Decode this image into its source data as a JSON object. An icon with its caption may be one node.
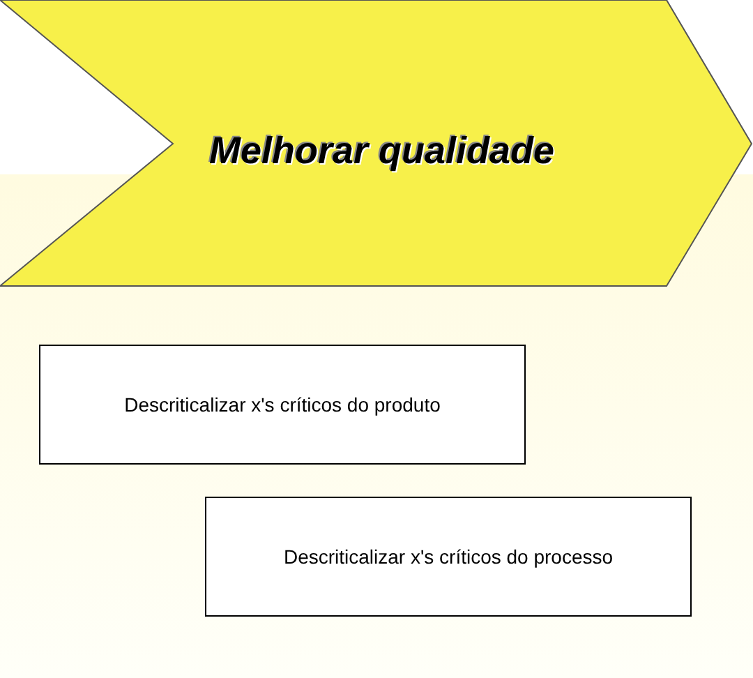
{
  "diagram": {
    "nodes": [
      {
        "text": [
          "Melhorar qualidade"
        ]
      },
      {
        "text": [
          "Descriticalizar x's críticos do produto"
        ]
      },
      {
        "text": [
          "Descriticalizar x's críticos do processo"
        ]
      }
    ]
  }
}
